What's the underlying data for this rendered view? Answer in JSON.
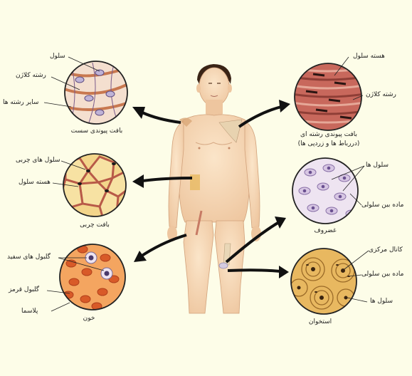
{
  "tissues": {
    "loose": {
      "title": "بافت پیوندی سست",
      "labels": {
        "cell": "سلول",
        "collagen": "رشته کلاژن",
        "other_fibers": "سایر رشته ها"
      }
    },
    "dense": {
      "title_line1": "بافت پیوندی رشته ای",
      "title_line2": "(دررباط ها و زردپی ها)",
      "labels": {
        "cell_nucleus": "هسته سلول",
        "collagen": "رشته کلاژن"
      }
    },
    "adipose": {
      "title": "بافت چربی",
      "labels": {
        "fat_cells": "سلول های چربی",
        "cell_nucleus": "هسته سلول"
      }
    },
    "cartilage": {
      "title": "غضروف",
      "labels": {
        "cells": "سلول ها",
        "matrix": "ماده بین سلولی"
      }
    },
    "blood": {
      "title": "خون",
      "labels": {
        "wbc": "گلبول های سفید",
        "rbc": "گلبول قرمز",
        "plasma": "پلاسما"
      }
    },
    "bone": {
      "title": "استخوان",
      "labels": {
        "central_canal": "کانال مرکزی",
        "matrix": "ماده بین سلولی",
        "cells": "سلول ها"
      }
    }
  },
  "colors": {
    "background": "#fdfde8",
    "skin": "#f6d9b8",
    "arrow": "#111111",
    "loose_bg": "#f4dfcf",
    "dense_bg": "#c8685c",
    "adipose_bg": "#f3d58a",
    "cartilage_bg": "#eee4f1",
    "blood_bg": "#f4a560",
    "bone_bg": "#e8b860"
  }
}
